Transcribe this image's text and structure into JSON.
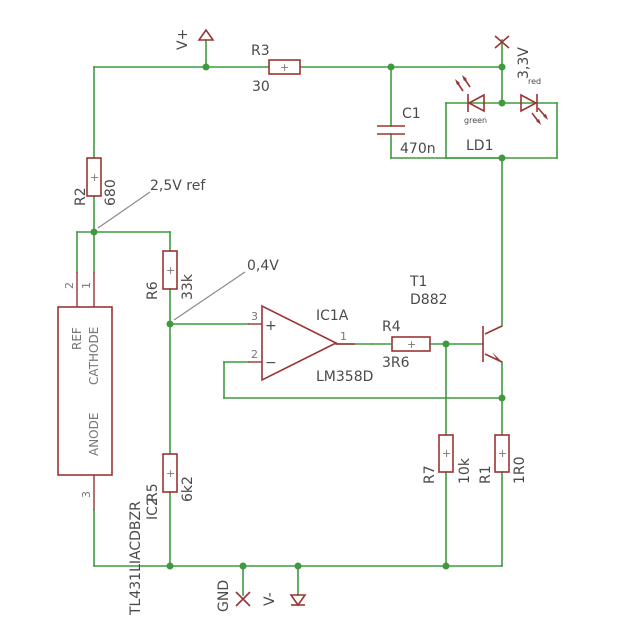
{
  "colors": {
    "wire": "#3f9a3f",
    "part": "#9a3434",
    "text": "#4a4a4a"
  },
  "supply": {
    "vplus": "V+",
    "vminus": "V-",
    "gnd": "GND",
    "v33": "3,3V"
  },
  "notes": {
    "ref": "2,5V ref",
    "div": "0,4V"
  },
  "r3": {
    "name": "R3",
    "value": "30"
  },
  "r2": {
    "name": "R2",
    "value": "680"
  },
  "r6": {
    "name": "R6",
    "value": "33k"
  },
  "r5": {
    "name": "R5",
    "value": "6k2"
  },
  "r4": {
    "name": "R4",
    "value": "3R6"
  },
  "r7": {
    "name": "R7",
    "value": "10k"
  },
  "r1": {
    "name": "R1",
    "value": "1R0"
  },
  "c1": {
    "name": "C1",
    "value": "470n"
  },
  "ld1": {
    "name": "LD1",
    "green": "green",
    "red": "red"
  },
  "ic1a": {
    "name": "IC1A",
    "part": "LM358D",
    "pin_plus": "3",
    "pin_minus": "2",
    "pin_out": "1"
  },
  "t1": {
    "name": "T1",
    "part": "D882"
  },
  "ic2": {
    "name": "IC2",
    "part": "TL431LIACDBZR",
    "ref": "REF",
    "cathode": "CATHODE",
    "anode": "ANODE",
    "pin_ref": "2",
    "pin_cathode": "1",
    "pin_anode": "3"
  },
  "pin_plus_sign": "+",
  "pin_minus_sign": "−"
}
